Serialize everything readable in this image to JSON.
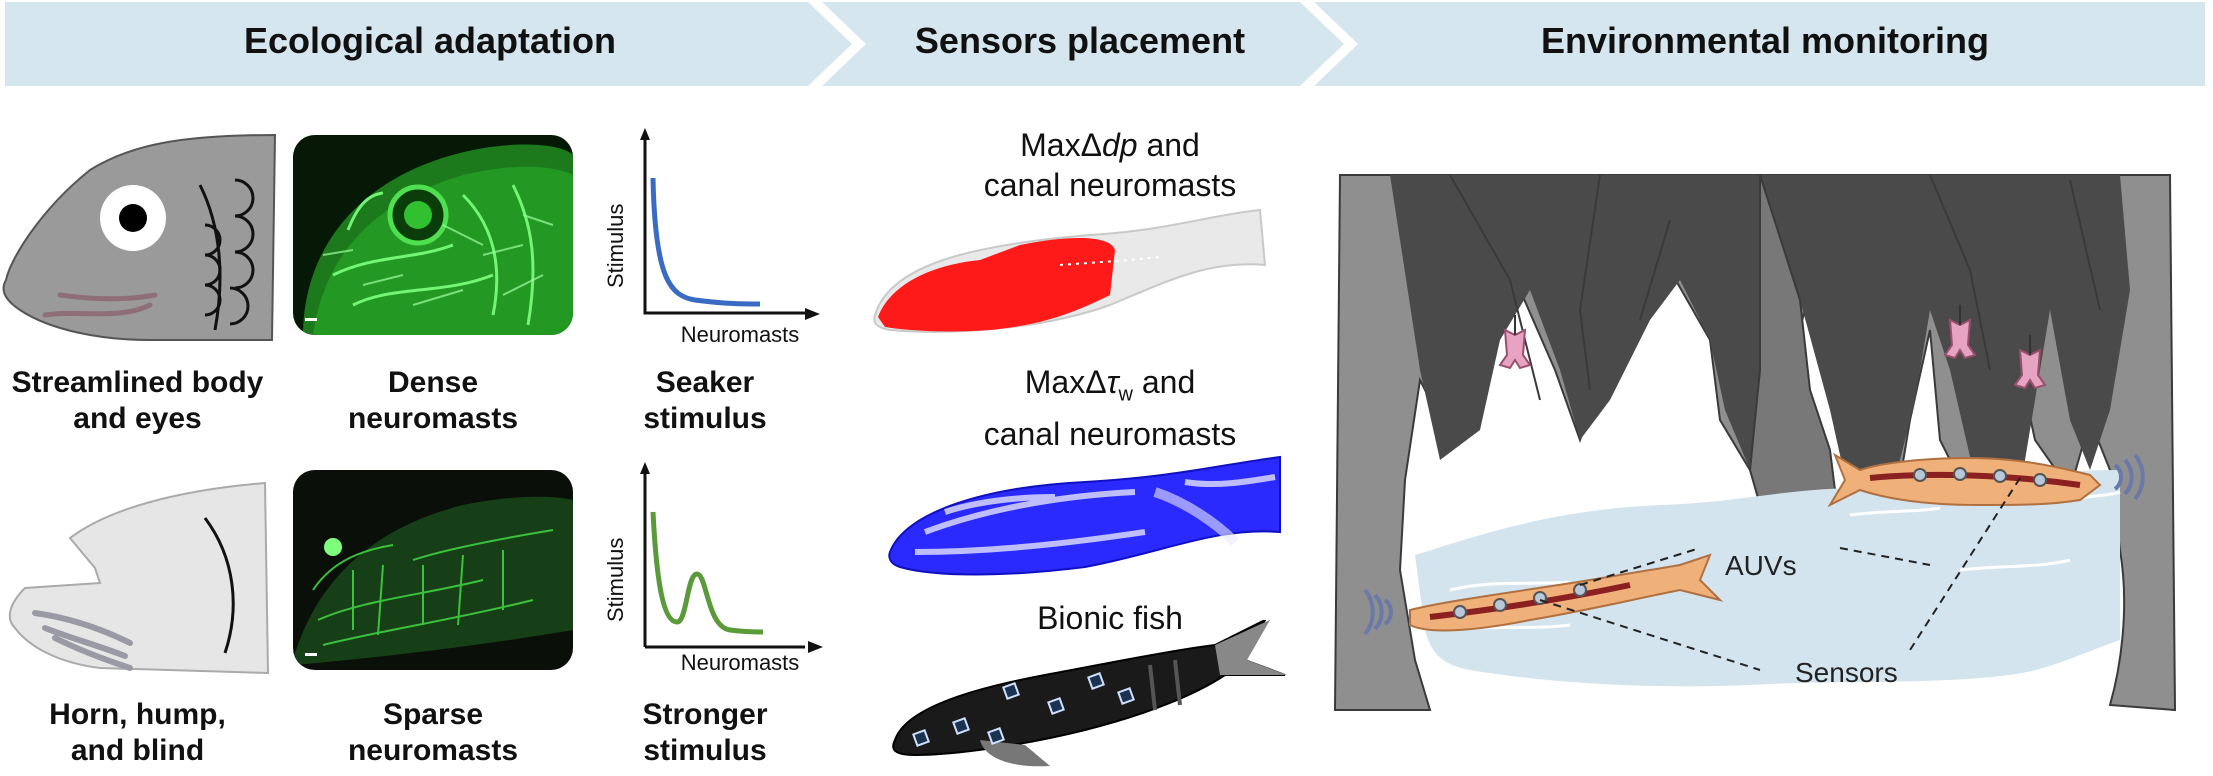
{
  "banner": {
    "stage1": "Ecological adaptation",
    "stage2": "Sensors placement",
    "stage3": "Environmental monitoring",
    "color": "#d5e6ef"
  },
  "adaptation": {
    "top_row": {
      "morphology_line1": "Streamlined body",
      "morphology_line2": "and eyes",
      "neuromast_line1": "Dense",
      "neuromast_line2": "neuromasts",
      "stimulus_line1": "Seaker",
      "stimulus_line2": "stimulus",
      "curve_color": "#3a6bc4"
    },
    "bottom_row": {
      "morphology_line1": "Horn, hump,",
      "morphology_line2": "and blind",
      "neuromast_line1": "Sparse",
      "neuromast_line2": "neuromasts",
      "stimulus_line1": "Stronger",
      "stimulus_line2": "stimulus",
      "curve_color": "#5a9a3a"
    },
    "plot_ylabel": "Stimulus",
    "plot_xlabel": "Neuromasts"
  },
  "placement": {
    "pressure_line1_prefix": "MaxΔ",
    "pressure_line1_var": "dp",
    "pressure_line1_suffix": " and",
    "pressure_line2": "canal neuromasts",
    "shear_line1_prefix": "MaxΔ",
    "shear_line1_var": "τ",
    "shear_line1_sub": "w",
    "shear_line1_suffix": " and",
    "shear_line2": "canal neuromasts",
    "bionic": "Bionic fish",
    "pressure_color": "#ff1a1a",
    "shear_color": "#1a1aff"
  },
  "monitoring": {
    "auv_label": "AUVs",
    "sensor_label": "Sensors",
    "water_color": "#d3e4ee",
    "rock_color": "#8f8f8f"
  }
}
